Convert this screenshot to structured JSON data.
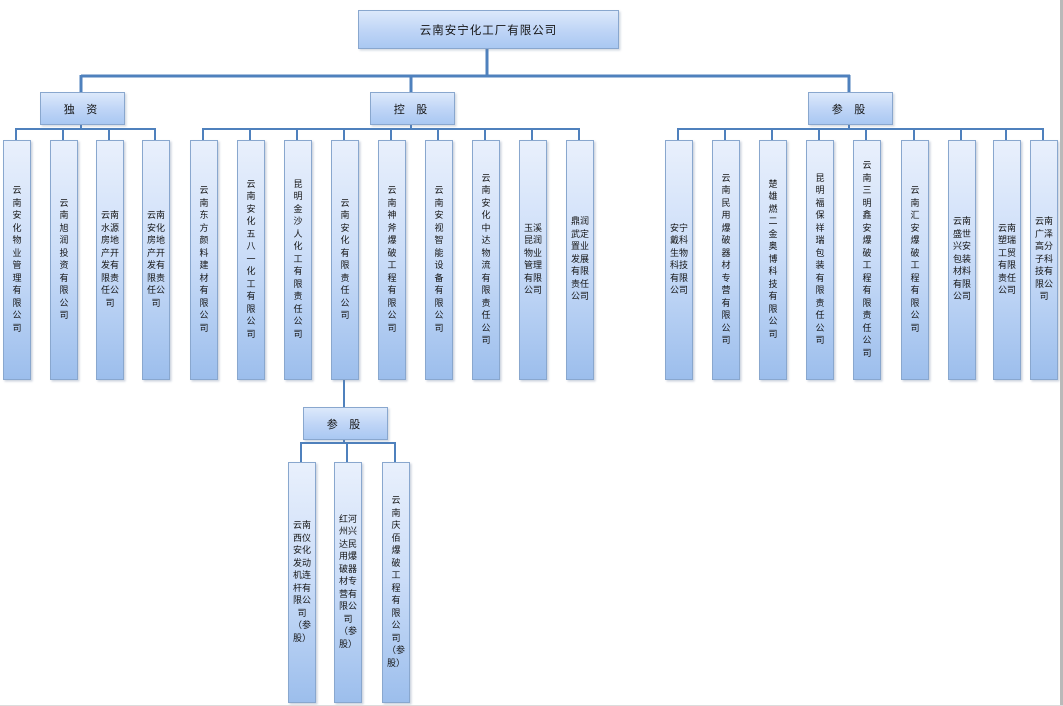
{
  "root": {
    "label": "云南安宁化工厂有限公司"
  },
  "branch_sole": {
    "label": "独 资",
    "children": [
      {
        "name": "云南安化物业管理有限公司",
        "lines": "云\n南\n安\n化\n物\n业\n管\n理\n有\n限\n公\n司"
      },
      {
        "name": "云南旭润投资有限公司",
        "lines": "云\n南\n旭\n润\n投\n资\n有\n限\n公\n司"
      },
      {
        "name": "云南水源房地产开发有限责任公司",
        "lines": "云南\n水源\n房地\n产开\n发有\n限责\n任公\n司"
      },
      {
        "name": "云南安化房地产开发有限责任公司",
        "lines": "云南\n安化\n房地\n产开\n发有\n限责\n任公\n司"
      }
    ]
  },
  "branch_holding": {
    "label": "控 股",
    "children": [
      {
        "name": "云南东方颜料建材有限公司",
        "lines": "云\n南\n东\n方\n颜\n料\n建\n材\n有\n限\n公\n司"
      },
      {
        "name": "云南安化五八一化工有限公司",
        "lines": "云\n南\n安\n化\n五\n八\n一\n化\n工\n有\n限\n公\n司"
      },
      {
        "name": "昆明金沙人化工有限责任公司",
        "lines": "昆\n明\n金\n沙\n人\n化\n工\n有\n限\n责\n任\n公\n司"
      },
      {
        "name": "云南安化有限责任公司",
        "lines": "云\n南\n安\n化\n有\n限\n责\n任\n公\n司"
      },
      {
        "name": "云南神斧爆破工程有限公司",
        "lines": "云\n南\n神\n斧\n爆\n破\n工\n程\n有\n限\n公\n司"
      },
      {
        "name": "云南安视智能设备有限公司",
        "lines": "云\n南\n安\n视\n智\n能\n设\n备\n有\n限\n公\n司"
      },
      {
        "name": "云南安化中达物流有限责任公司",
        "lines": "云\n南\n安\n化\n中\n达\n物\n流\n有\n限\n责\n任\n公\n司"
      },
      {
        "name": "玉溪昆润物业管理有限公司",
        "lines": "玉溪\n昆润\n物业\n管理\n有限\n公司"
      },
      {
        "name": "鼎润武定置业发展有限责任公司",
        "lines": "鼎润\n武定\n置业\n发展\n有限\n责任\n公司"
      }
    ]
  },
  "branch_equity": {
    "label": "参 股",
    "children": [
      {
        "name": "安宁戴科生物科技有限公司",
        "lines": "安宁\n戴科\n生物\n科技\n有限\n公司"
      },
      {
        "name": "云南民用爆破器材专营有限公司",
        "lines": "云\n南\n民\n用\n爆\n破\n器\n材\n专\n营\n有\n限\n公\n司"
      },
      {
        "name": "楚雄燃二金奥博科技有限公司",
        "lines": "楚\n雄\n燃\n二\n金\n奥\n博\n科\n技\n有\n限\n公\n司"
      },
      {
        "name": "昆明福保祥瑞包装有限责任公司",
        "lines": "昆\n明\n福\n保\n祥\n瑞\n包\n装\n有\n限\n责\n任\n公\n司"
      },
      {
        "name": "云南三明鑫安爆破工程有限责任公司",
        "lines": "云\n南\n三\n明\n鑫\n安\n爆\n破\n工\n程\n有\n限\n责\n任\n公\n司"
      },
      {
        "name": "云南汇安爆破工程有限公司",
        "lines": "云\n南\n汇\n安\n爆\n破\n工\n程\n有\n限\n公\n司"
      },
      {
        "name": "云南盛世兴安包装材料有限公司",
        "lines": "云南\n盛世\n兴安\n包装\n材料\n有限\n公司"
      },
      {
        "name": "云南塑瑞工贸有限责任公司",
        "lines": "云南\n塑瑞\n工贸\n有限\n责任\n公司"
      },
      {
        "name": "云南广泽高分子科技有限公司",
        "lines": "云南\n广泽\n高分\n子科\n技有\n限公\n司"
      }
    ]
  },
  "branch_sub_equity": {
    "label": "参 股",
    "children": [
      {
        "name": "云南西仪安化发动机连杆有限公司（参股）",
        "lines": "云南\n西仪\n安化\n发动\n机连\n杆有\n限公\n司\n（参\n股）"
      },
      {
        "name": "红河州兴达民用爆破器材专营有限公司（参股）",
        "lines": "红河\n州兴\n达民\n用爆\n破器\n材专\n营有\n限公\n司\n（参\n股）"
      },
      {
        "name": "云南庆佰爆破工程有限公司（参股）",
        "lines": "云\n南\n庆\n佰\n爆\n破\n工\n程\n有\n限\n公\n司\n（参\n股）"
      }
    ]
  },
  "colors": {
    "connector": "#4f81bd",
    "box_border": "#89a7ce",
    "box_fill_top": "#e9f0fc",
    "box_fill_bottom": "#9cbeec"
  }
}
